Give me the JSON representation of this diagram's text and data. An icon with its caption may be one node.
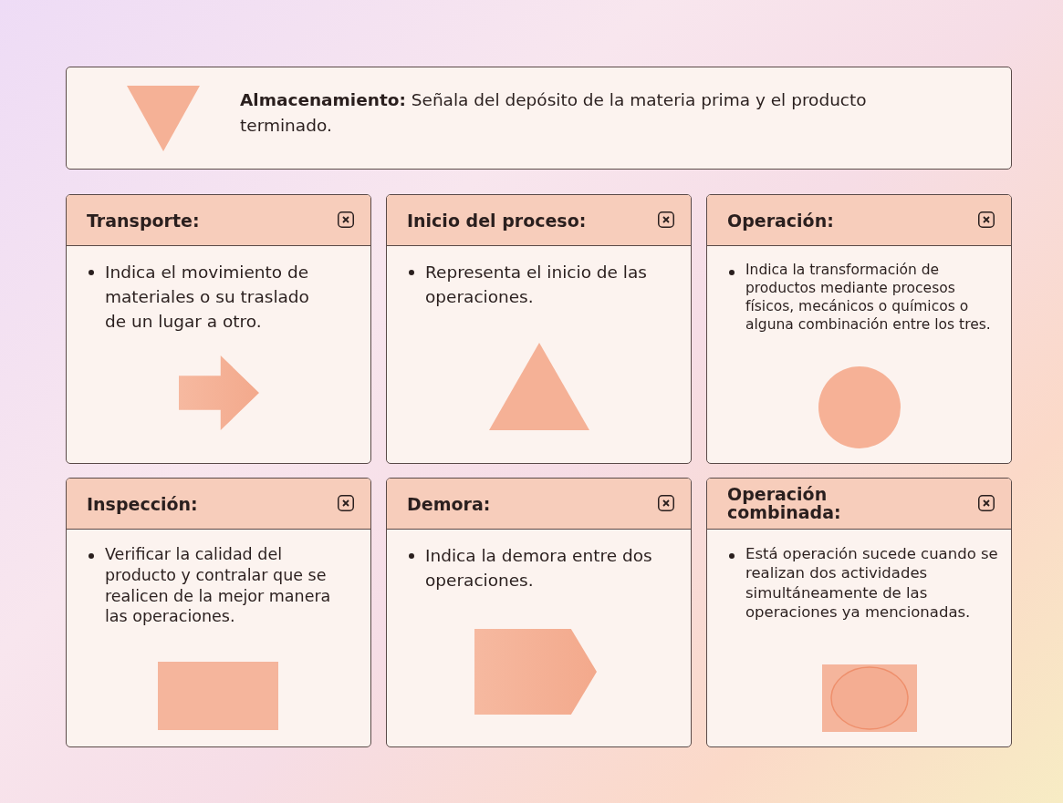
{
  "diagram": {
    "nodes": [
      {
        "text": [
          "**Almacenamiento:** Señala del depósito de la materia prima y el producto terminado."
        ]
      },
      {
        "text": [
          "Transporte:",
          "Indica el movimiento de materiales o su traslado de un lugar a otro."
        ]
      },
      {
        "text": [
          "Inicio del proceso:",
          "Representa el inicio de las operaciones."
        ]
      },
      {
        "text": [
          "Operación:",
          "Indica la transformación de productos mediante procesos físicos, mecánicos o químicos o alguna combinación entre los tres."
        ]
      },
      {
        "text": [
          "Inspección:",
          "Verificar la calidad del producto y contralar que se realicen de la mejor manera las operaciones."
        ]
      },
      {
        "text": [
          "Demora:",
          "Indica la demora entre dos operaciones."
        ]
      },
      {
        "text": [
          "Operación combinada:",
          "Está operación sucede cuando se realizan dos actividades simultáneamente de las operaciones ya mencionadas."
        ]
      },
      {
        "text": [],
        "shape": "triangle",
        "in": 0
      },
      {
        "text": [],
        "shape": "arrow",
        "in": 1
      },
      {
        "text": [],
        "shape": "triangle",
        "in": 2
      },
      {
        "text": [],
        "shape": "circle",
        "in": 3
      },
      {
        "text": [],
        "shape": "box",
        "in": 4
      },
      {
        "text": [],
        "shape": "pentagon",
        "in": 5
      },
      {
        "text": [],
        "shape": "box",
        "in": 6
      }
    ]
  }
}
